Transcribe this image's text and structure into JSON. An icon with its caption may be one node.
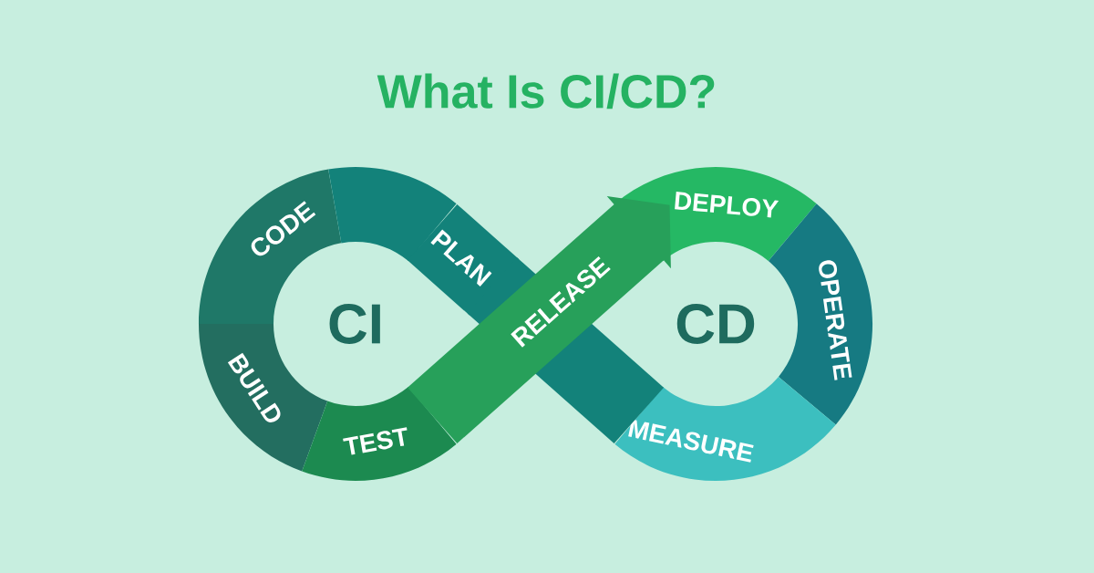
{
  "diagram": {
    "title": "What Is CI/CD?",
    "nodes": [
      {
        "text": [
          "CODE"
        ]
      },
      {
        "text": [
          "PLAN"
        ]
      },
      {
        "text": [
          "DEPLOY"
        ]
      },
      {
        "text": [
          "OPERATE"
        ]
      },
      {
        "text": [
          "RELEASE"
        ]
      },
      {
        "text": [
          "BUILD"
        ]
      },
      {
        "text": [
          "TEST"
        ]
      },
      {
        "text": [
          "MEASURE"
        ]
      }
    ],
    "labels": [
      "CI",
      "CD"
    ]
  }
}
